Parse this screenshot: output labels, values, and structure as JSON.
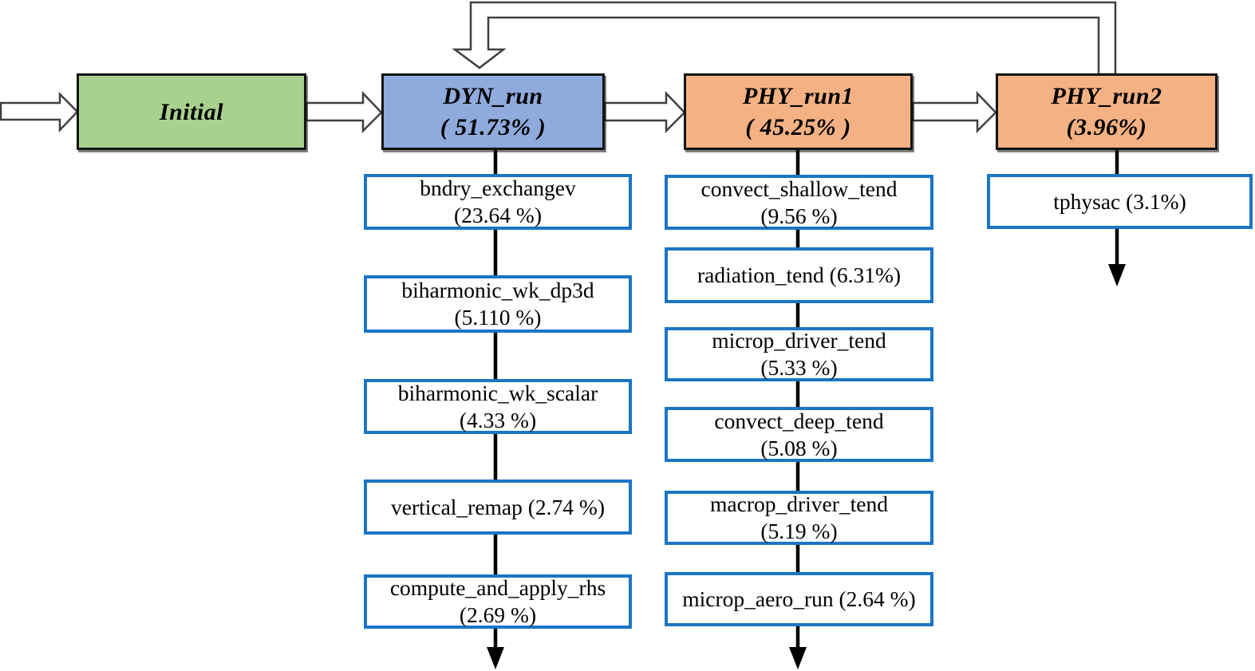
{
  "figure": {
    "kind": "flowchart",
    "description": "Runtime profile flowchart of model components with percentage of execution time"
  },
  "nodes": {
    "main": [
      {
        "id": "initial",
        "label": "Initial",
        "pct": ""
      },
      {
        "id": "dyn_run",
        "label": "DYN_run",
        "pct": "( 51.73% )"
      },
      {
        "id": "phy_run1",
        "label": "PHY_run1",
        "pct": "( 45.25% )"
      },
      {
        "id": "phy_run2",
        "label": "PHY_run2",
        "pct": "(3.96%)"
      }
    ]
  },
  "columns": [
    {
      "parent": "DYN_run",
      "items": [
        {
          "line1": "bndry_exchangev",
          "line2": "(23.64 %)"
        },
        {
          "line1": "biharmonic_wk_dp3d",
          "line2": "(5.110 %)"
        },
        {
          "line1": "biharmonic_wk_scalar",
          "line2": "(4.33 %)"
        },
        {
          "line1": "vertical_remap (2.74 %)",
          "line2": ""
        },
        {
          "line1": "compute_and_apply_rhs",
          "line2": "(2.69 %)"
        }
      ]
    },
    {
      "parent": "PHY_run1",
      "items": [
        {
          "line1": "convect_shallow_tend",
          "line2": "(9.56 %)"
        },
        {
          "line1": "radiation_tend (6.31%)",
          "line2": ""
        },
        {
          "line1": "microp_driver_tend",
          "line2": "(5.33 %)"
        },
        {
          "line1": "convect_deep_tend",
          "line2": "(5.08 %)"
        },
        {
          "line1": "macrop_driver_tend",
          "line2": "(5.19 %)"
        },
        {
          "line1": "microp_aero_run (2.64 %)",
          "line2": ""
        }
      ]
    },
    {
      "parent": "PHY_run2",
      "items": [
        {
          "line1": "tphysac (3.1%)",
          "line2": ""
        }
      ]
    }
  ],
  "colors": {
    "initial_fill": "#a9d18e",
    "dyn_fill": "#8faadc",
    "phy_fill": "#f4b183",
    "subbox_border": "#1b75c4",
    "connector_line": "#000000",
    "hollow_arrow_stroke": "#3f3f3f"
  }
}
